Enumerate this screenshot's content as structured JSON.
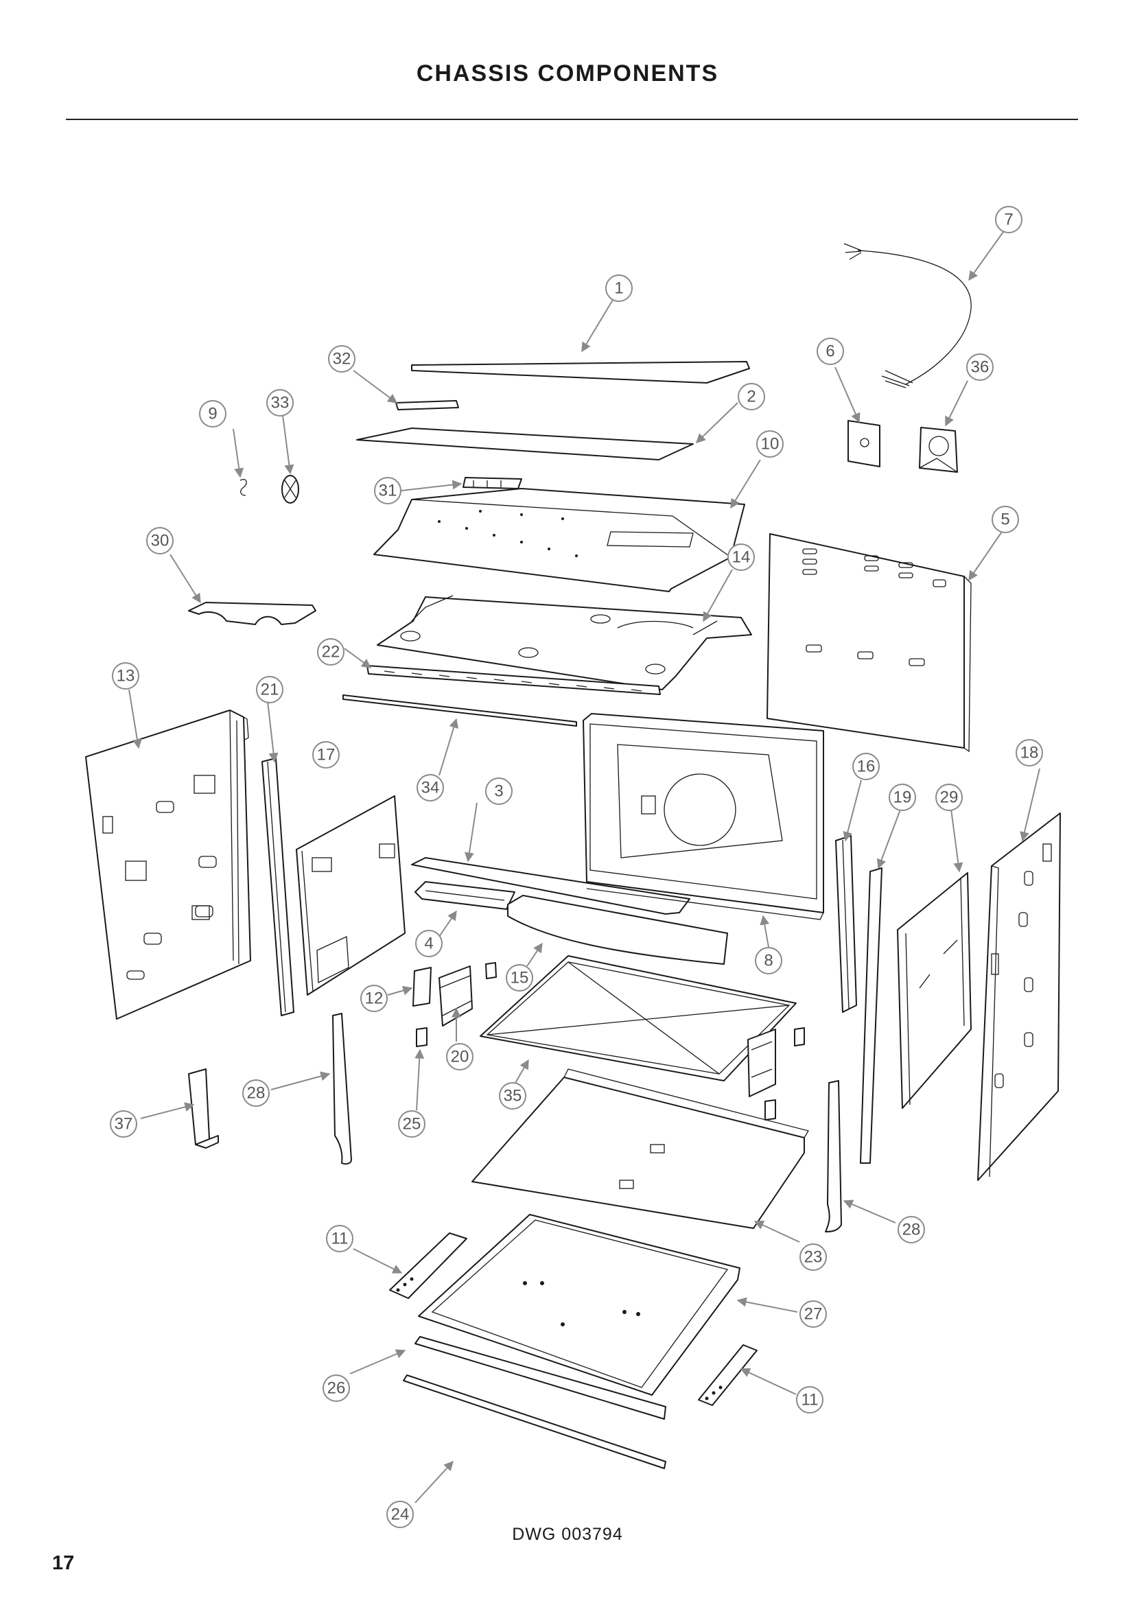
{
  "header": {
    "title": "CHASSIS COMPONENTS"
  },
  "footer": {
    "drawing_number": "DWG 003794",
    "page_number": "17"
  },
  "callouts": [
    "1",
    "2",
    "3",
    "4",
    "5",
    "6",
    "7",
    "8",
    "9",
    "10",
    "11",
    "11",
    "12",
    "13",
    "14",
    "15",
    "16",
    "17",
    "18",
    "19",
    "20",
    "21",
    "22",
    "23",
    "24",
    "25",
    "26",
    "27",
    "28",
    "28",
    "29",
    "30",
    "31",
    "32",
    "33",
    "34",
    "35",
    "36",
    "37"
  ]
}
